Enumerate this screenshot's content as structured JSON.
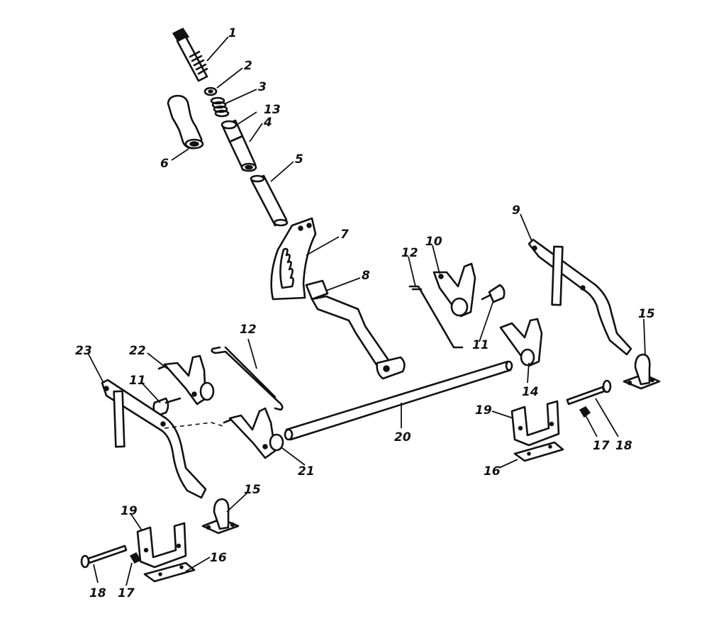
{
  "callouts": [
    {
      "id": "c1",
      "label": "1"
    },
    {
      "id": "c2",
      "label": "2"
    },
    {
      "id": "c3",
      "label": "3"
    },
    {
      "id": "c13",
      "label": "13"
    },
    {
      "id": "c4",
      "label": "4"
    },
    {
      "id": "c6",
      "label": "6"
    },
    {
      "id": "c5",
      "label": "5"
    },
    {
      "id": "c7",
      "label": "7"
    },
    {
      "id": "c8",
      "label": "8"
    },
    {
      "id": "c12a",
      "label": "12"
    },
    {
      "id": "c10",
      "label": "10"
    },
    {
      "id": "c9",
      "label": "9"
    },
    {
      "id": "c11a",
      "label": "11"
    },
    {
      "id": "c15a",
      "label": "15"
    },
    {
      "id": "c12b",
      "label": "12"
    },
    {
      "id": "c23",
      "label": "23"
    },
    {
      "id": "c22",
      "label": "22"
    },
    {
      "id": "c11b",
      "label": "11"
    },
    {
      "id": "c14",
      "label": "14"
    },
    {
      "id": "c19a",
      "label": "19"
    },
    {
      "id": "c20",
      "label": "20"
    },
    {
      "id": "c17a",
      "label": "17"
    },
    {
      "id": "c18a",
      "label": "18"
    },
    {
      "id": "c16a",
      "label": "16"
    },
    {
      "id": "c21",
      "label": "21"
    },
    {
      "id": "c15b",
      "label": "15"
    },
    {
      "id": "c19b",
      "label": "19"
    },
    {
      "id": "c16b",
      "label": "16"
    },
    {
      "id": "c18b",
      "label": "18"
    },
    {
      "id": "c17b",
      "label": "17"
    }
  ]
}
